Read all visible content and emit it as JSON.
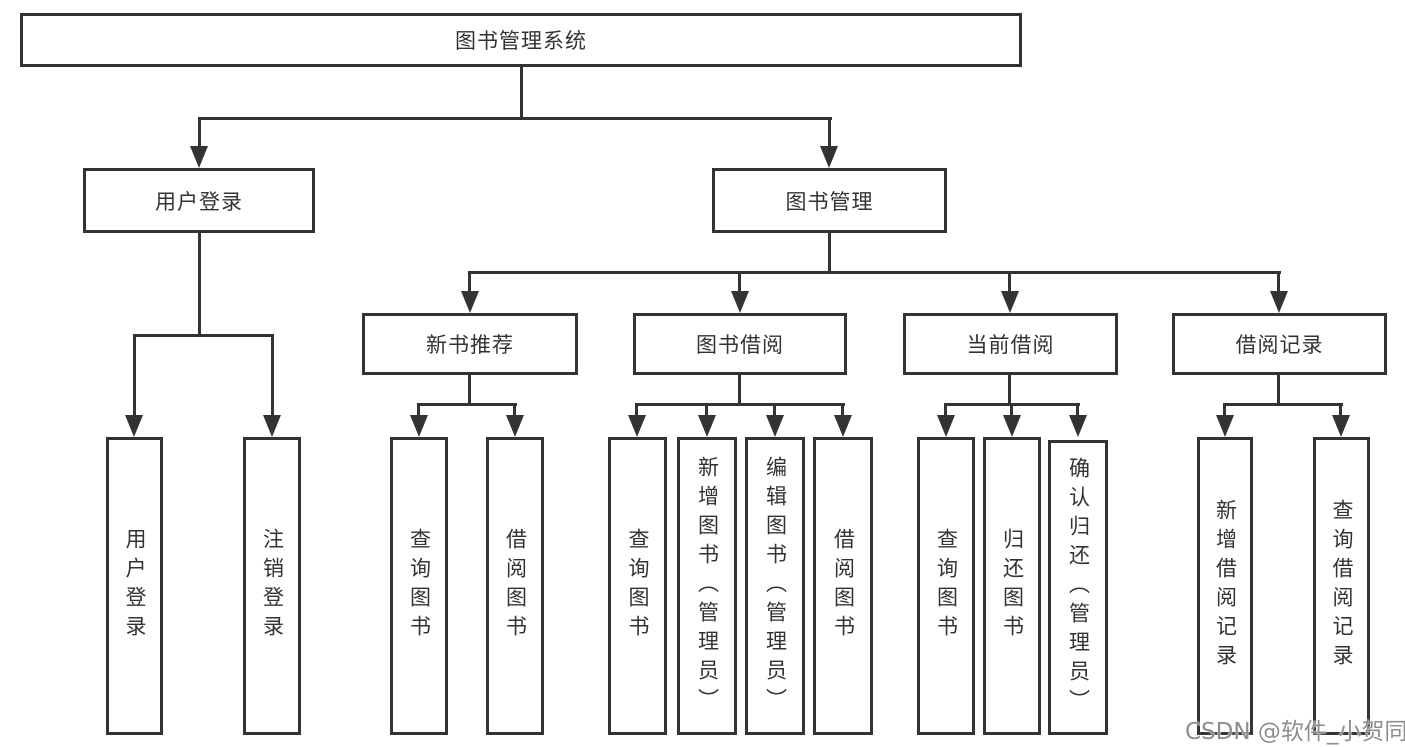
{
  "diagram": {
    "type": "tree",
    "root": {
      "label": "图书管理系统"
    },
    "level2": [
      {
        "label": "用户登录"
      },
      {
        "label": "图书管理"
      }
    ],
    "level3": [
      {
        "label": "新书推荐",
        "parent": "图书管理"
      },
      {
        "label": "图书借阅",
        "parent": "图书管理"
      },
      {
        "label": "当前借阅",
        "parent": "图书管理"
      },
      {
        "label": "借阅记录",
        "parent": "图书管理"
      }
    ],
    "leaves": [
      {
        "label": "用户登录",
        "parent": "用户登录"
      },
      {
        "label": "注销登录",
        "parent": "用户登录"
      },
      {
        "label": "查询图书",
        "parent": "新书推荐"
      },
      {
        "label": "借阅图书",
        "parent": "新书推荐"
      },
      {
        "label": "查询图书",
        "parent": "图书借阅"
      },
      {
        "label": "新增图书（管理员）",
        "parent": "图书借阅"
      },
      {
        "label": "编辑图书（管理员）",
        "parent": "图书借阅"
      },
      {
        "label": "借阅图书",
        "parent": "图书借阅"
      },
      {
        "label": "查询图书",
        "parent": "当前借阅"
      },
      {
        "label": "归还图书",
        "parent": "当前借阅"
      },
      {
        "label": "确认归还（管理员）",
        "parent": "当前借阅"
      },
      {
        "label": "新增借阅记录",
        "parent": "借阅记录"
      },
      {
        "label": "查询借阅记录",
        "parent": "借阅记录"
      }
    ],
    "colors": {
      "line": "#333333",
      "text": "#333333",
      "background": "#ffffff",
      "watermark": "#8e8e8e"
    }
  },
  "watermark": {
    "text": "CSDN @软件_小贺同学"
  }
}
